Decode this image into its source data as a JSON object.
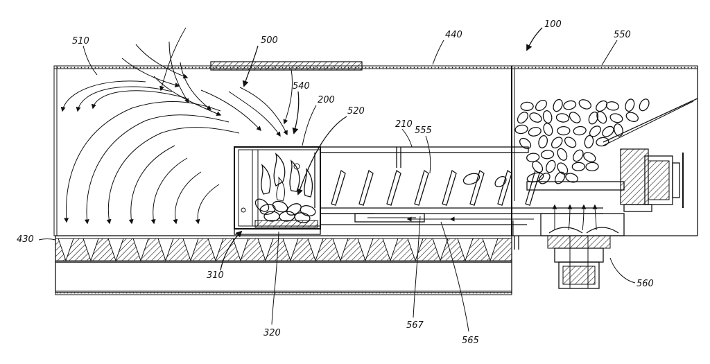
{
  "figure": {
    "labels": {
      "l100": "100",
      "l200": "200",
      "l210": "210",
      "l310": "310",
      "l320": "320",
      "l430": "430",
      "l440": "440",
      "l500": "500",
      "l510": "510",
      "l520": "520",
      "l540": "540",
      "l550": "550",
      "l555": "555",
      "l560": "560",
      "l565": "565",
      "l567": "567"
    }
  }
}
